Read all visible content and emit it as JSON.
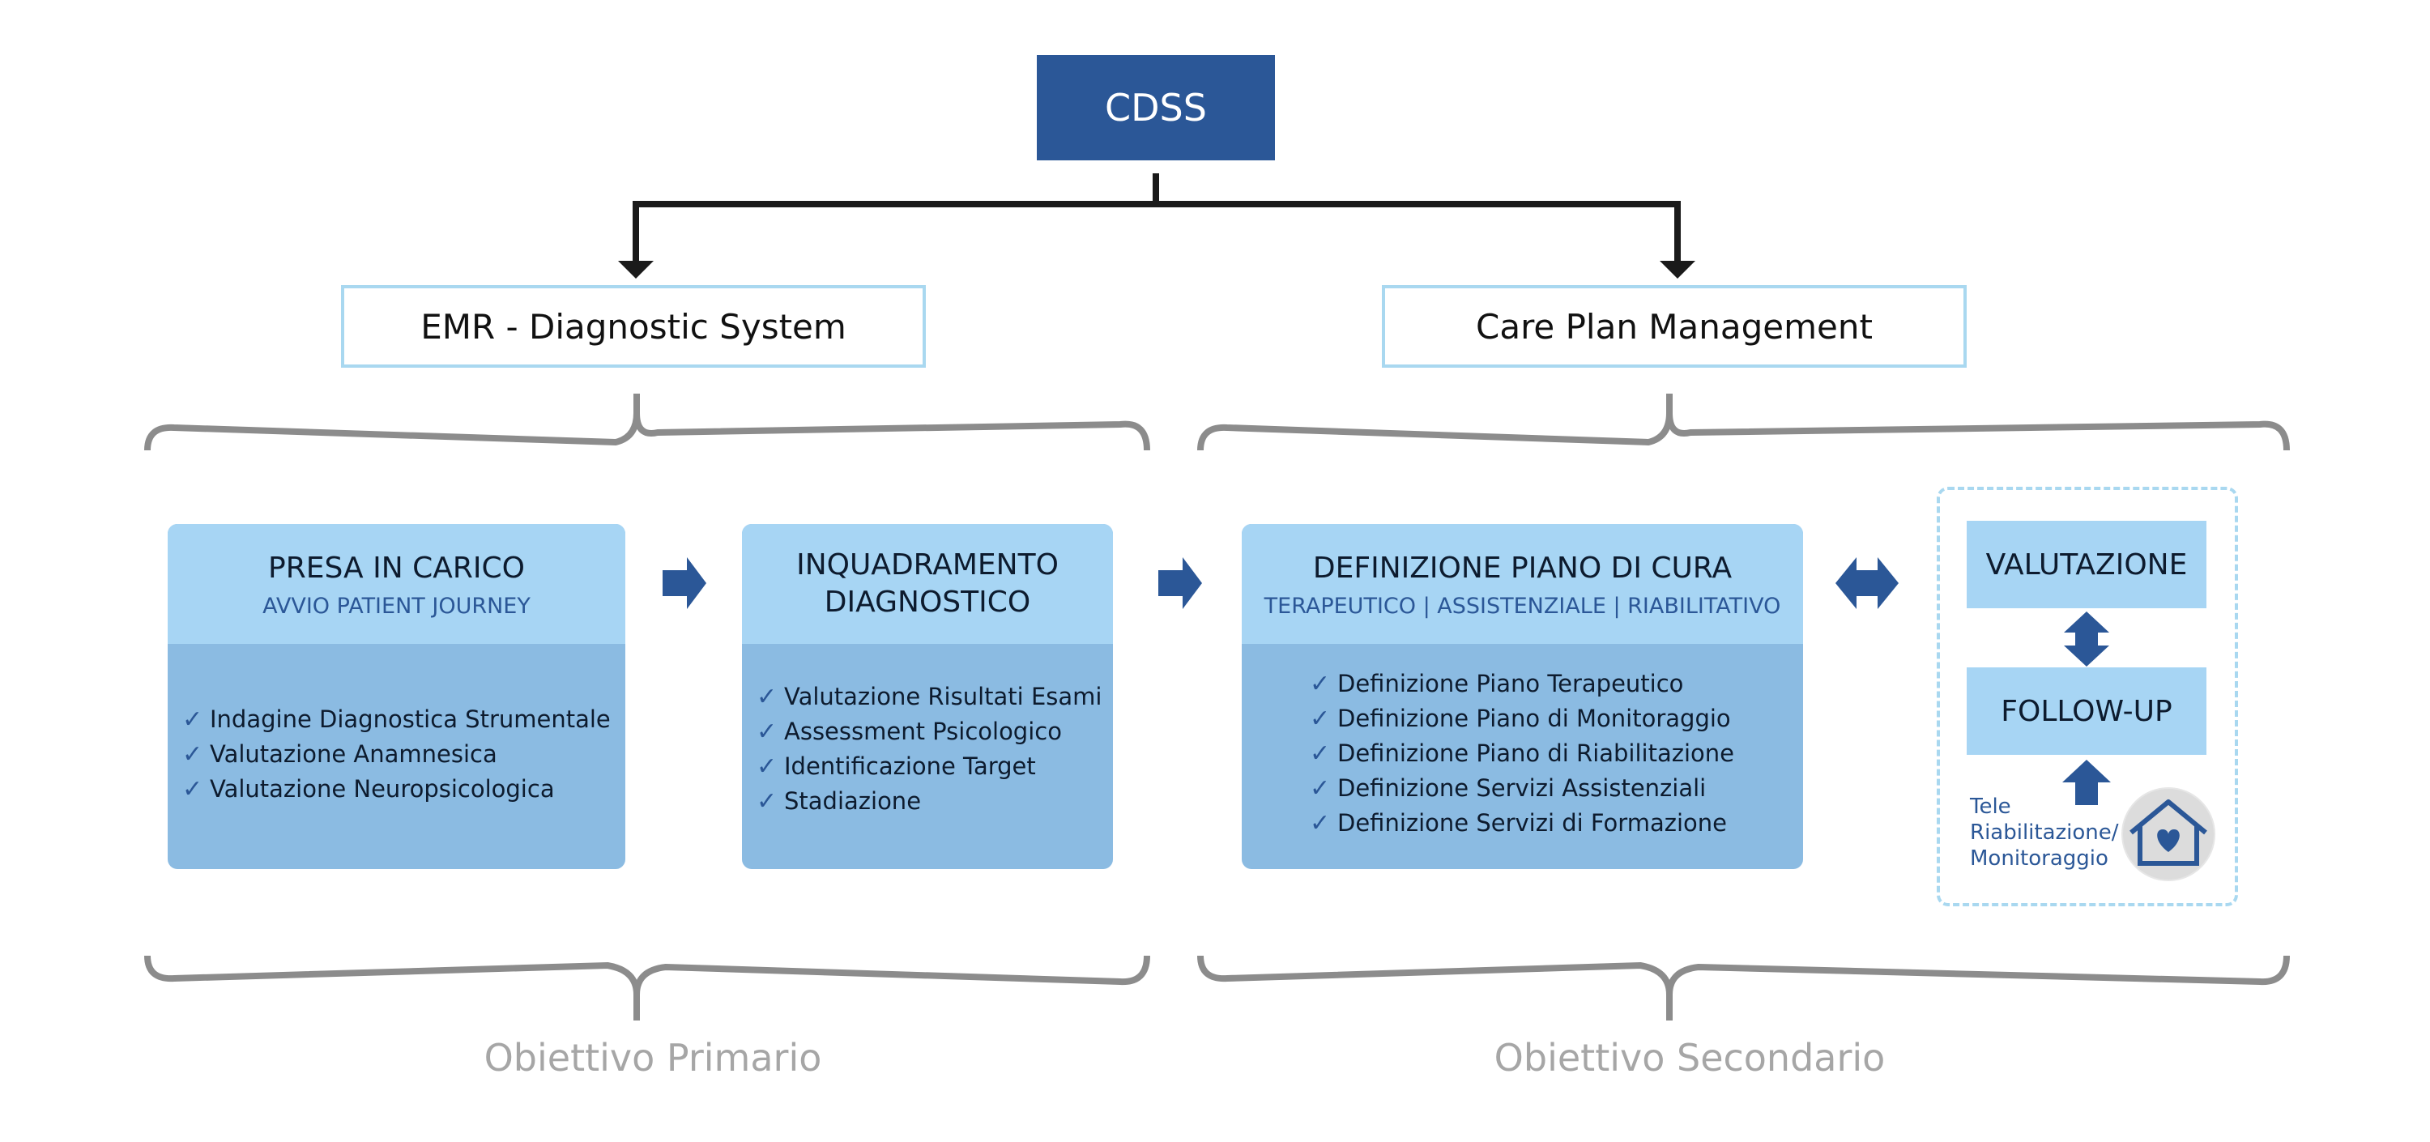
{
  "root": {
    "label": "CDSS"
  },
  "systems": [
    {
      "label": "EMR - Diagnostic System"
    },
    {
      "label": "Care Plan Management"
    }
  ],
  "cards": [
    {
      "title": "PRESA IN CARICO",
      "subtitle": "AVVIO PATIENT JOURNEY",
      "items": [
        "Indagine Diagnostica Strumentale",
        "Valutazione Anamnesica",
        "Valutazione Neuropsicologica"
      ]
    },
    {
      "title_lines": [
        "INQUADRAMENTO",
        "DIAGNOSTICO"
      ],
      "items": [
        "Valutazione Risultati Esami",
        "Assessment Psicologico",
        "Identificazione Target",
        "Stadiazione"
      ]
    },
    {
      "title": "DEFINIZIONE PIANO DI CURA",
      "subtitle": "TERAPEUTICO | ASSISTENZIALE | RIABILITATIVO",
      "items": [
        "Definizione Piano Terapeutico",
        "Definizione Piano di Monitoraggio",
        "Definizione Piano di Riabilitazione",
        "Definizione Servizi Assistenziali",
        "Definizione Servizi di Formazione"
      ]
    }
  ],
  "cycle": {
    "evaluation": "VALUTAZIONE",
    "followup": "FOLLOW-UP",
    "tele_lines": [
      "Tele",
      "Riabilitazione/",
      "Monitoraggio"
    ]
  },
  "goals": {
    "primary": "Obiettivo Primario",
    "secondary": "Obiettivo Secondario"
  },
  "icons": {
    "check": "checkmark-icon",
    "arrow": "arrow-right-icon",
    "double_arrow": "double-arrow-horizontal-icon",
    "vertical_arrow": "double-arrow-vertical-icon",
    "up_arrow": "arrow-up-icon",
    "home": "home-heart-icon"
  },
  "colors": {
    "primary": "#2b5797",
    "light_blue": "#a7d5f4",
    "mid_blue": "#8bbbe2",
    "border_blue": "#a9d8f0",
    "brace_gray": "#8c8c8c",
    "goal_gray": "#a6a6a6"
  }
}
